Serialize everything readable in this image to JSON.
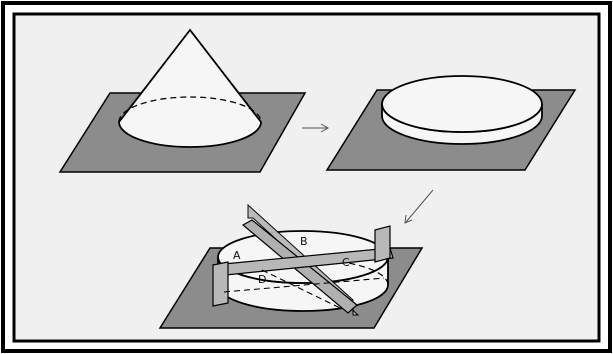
{
  "diagram": {
    "colors": {
      "plane_fill": "#8c8c8c",
      "solid_fill": "#f6f6f6",
      "slice_fill": "#b8b8b8",
      "stroke": "#000000",
      "frame_fill": "#f0f0f0"
    },
    "panels": [
      {
        "id": "cone",
        "description_name": "cone-on-plane"
      },
      {
        "id": "disk",
        "description_name": "cylinder-on-plane"
      },
      {
        "id": "cut-disk",
        "description_name": "sliced-cylinder-on-plane"
      }
    ],
    "region_labels": {
      "a": "A",
      "b": "B",
      "c": "C",
      "d": "D"
    }
  }
}
